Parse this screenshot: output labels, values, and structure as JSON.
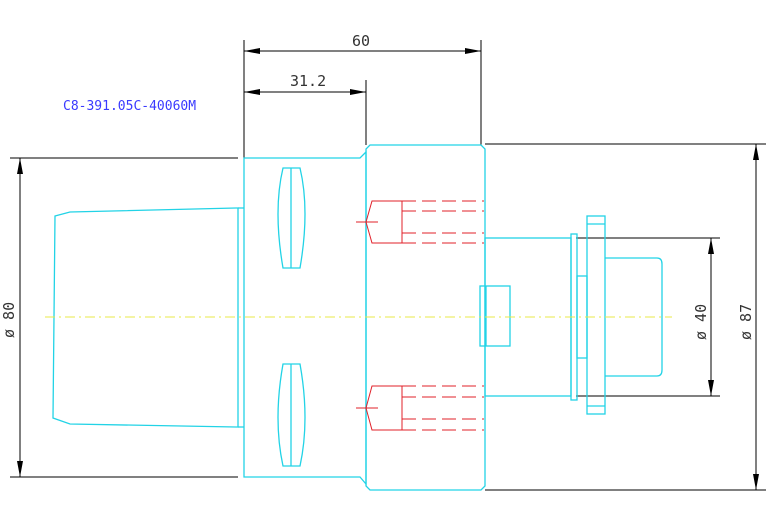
{
  "part_code": "C8-391.05C-40060M",
  "dimensions": {
    "overall_length": "60",
    "shank_length": "31.2",
    "diameter_left": "ø 80",
    "diameter_right_outer": "ø 87",
    "diameter_right_inner": "ø 40"
  },
  "colors": {
    "outline": "#22d3e6",
    "dimension_lines": "#000000",
    "hidden_features": "#e0202a",
    "centerline": "#e8e84a",
    "part_code": "#3a3aff"
  }
}
